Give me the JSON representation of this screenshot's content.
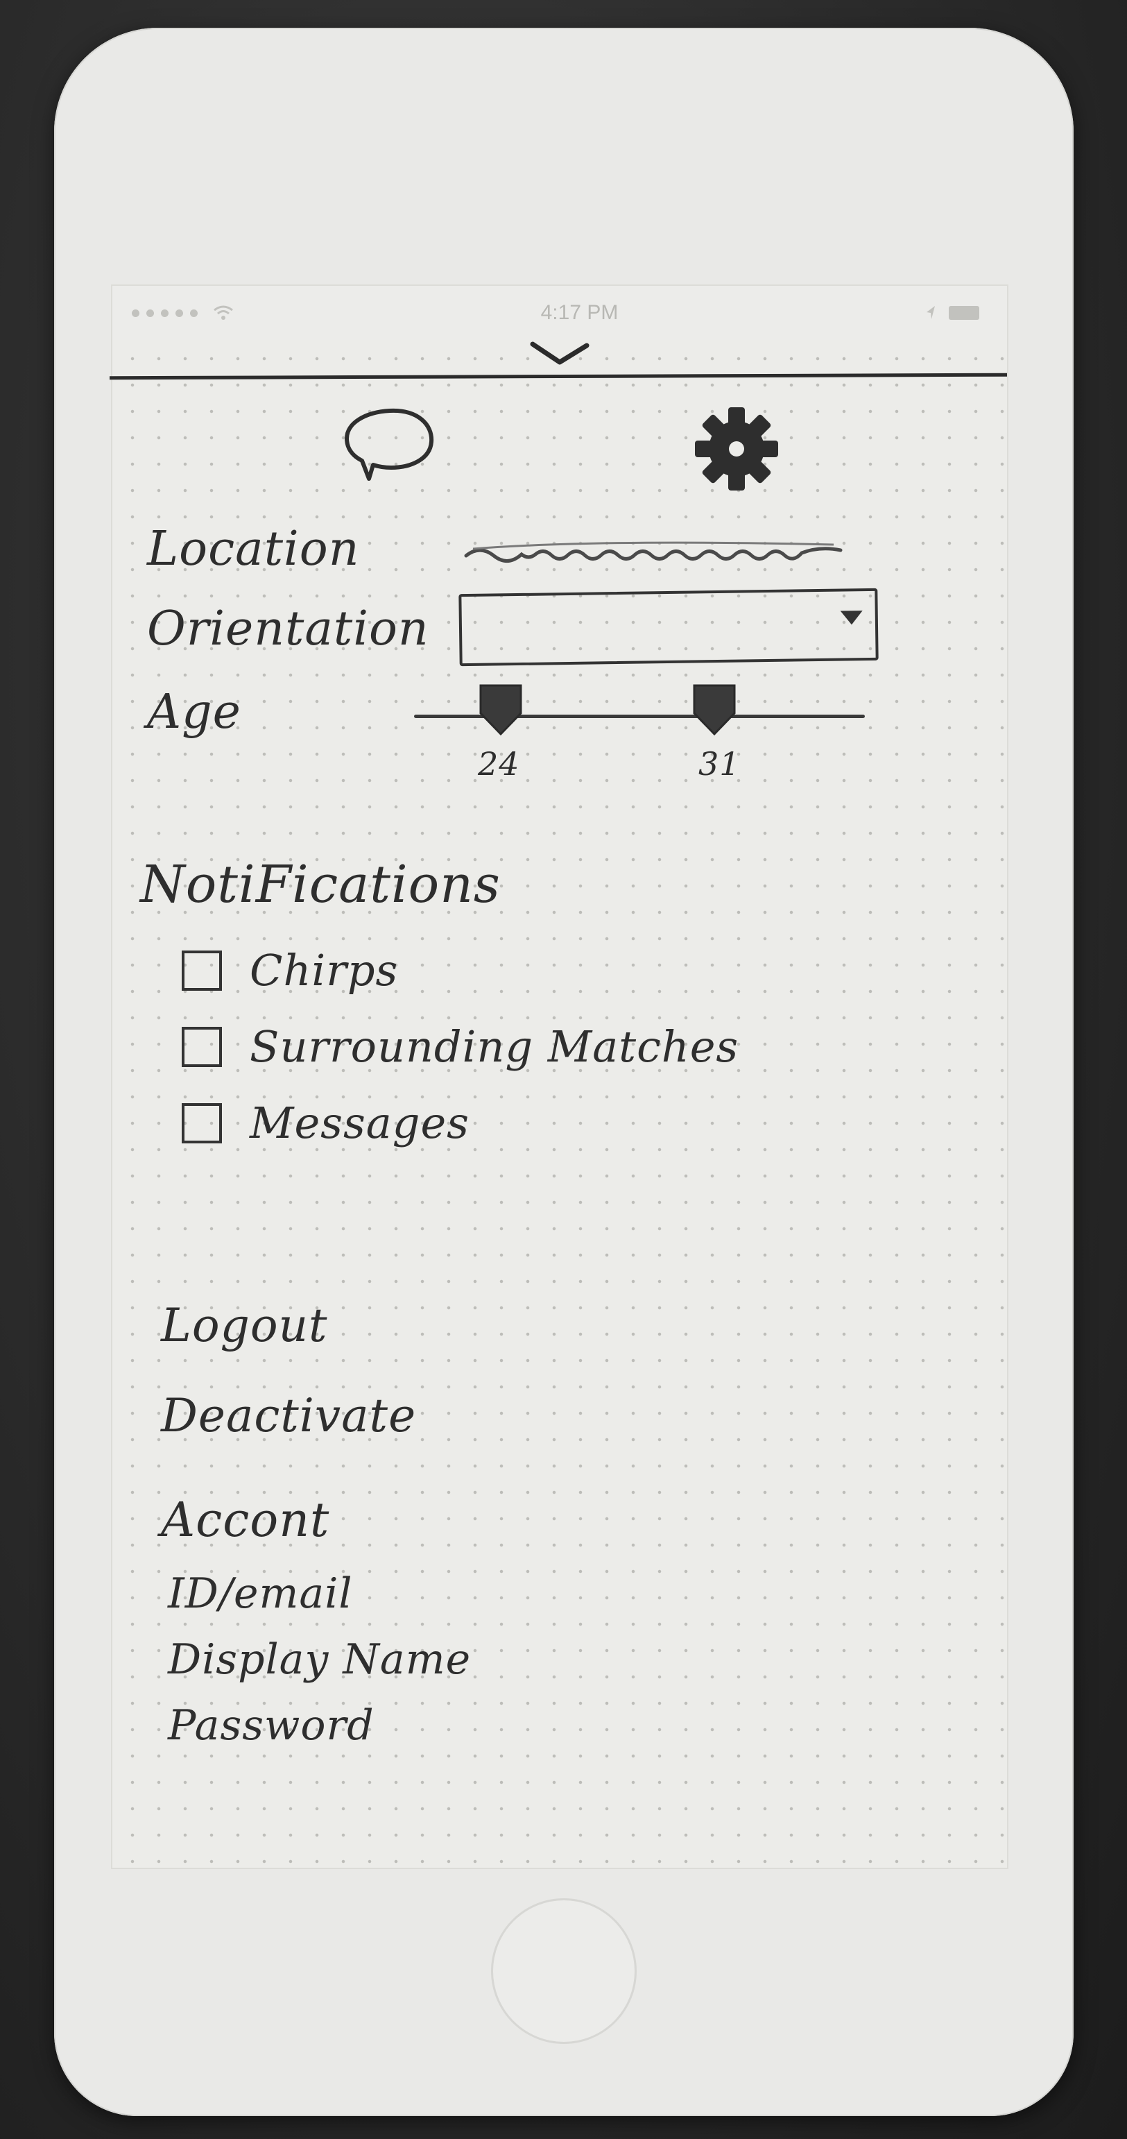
{
  "status_bar": {
    "time": "4:17 PM"
  },
  "tabs": [
    {
      "name": "chat",
      "icon": "speech-bubble-icon"
    },
    {
      "name": "settings",
      "icon": "gear-icon"
    }
  ],
  "preferences": {
    "location_label": "Location",
    "orientation_label": "Orientation",
    "age_label": "Age",
    "age_min": "24",
    "age_max": "31"
  },
  "notifications": {
    "title": "NotiFications",
    "items": [
      {
        "label": "Chirps",
        "checked": false
      },
      {
        "label": "Surrounding Matches",
        "checked": false
      },
      {
        "label": "Messages",
        "checked": false
      }
    ]
  },
  "actions": {
    "logout": "Logout",
    "deactivate": "Deactivate"
  },
  "account": {
    "title": "Accont",
    "items": [
      {
        "label": "ID/email"
      },
      {
        "label": "Display Name"
      },
      {
        "label": "Password"
      }
    ]
  },
  "colors": {
    "ink": "#2e2e2e",
    "paper": "#e9e9e7",
    "background": "#2a2a2a"
  }
}
